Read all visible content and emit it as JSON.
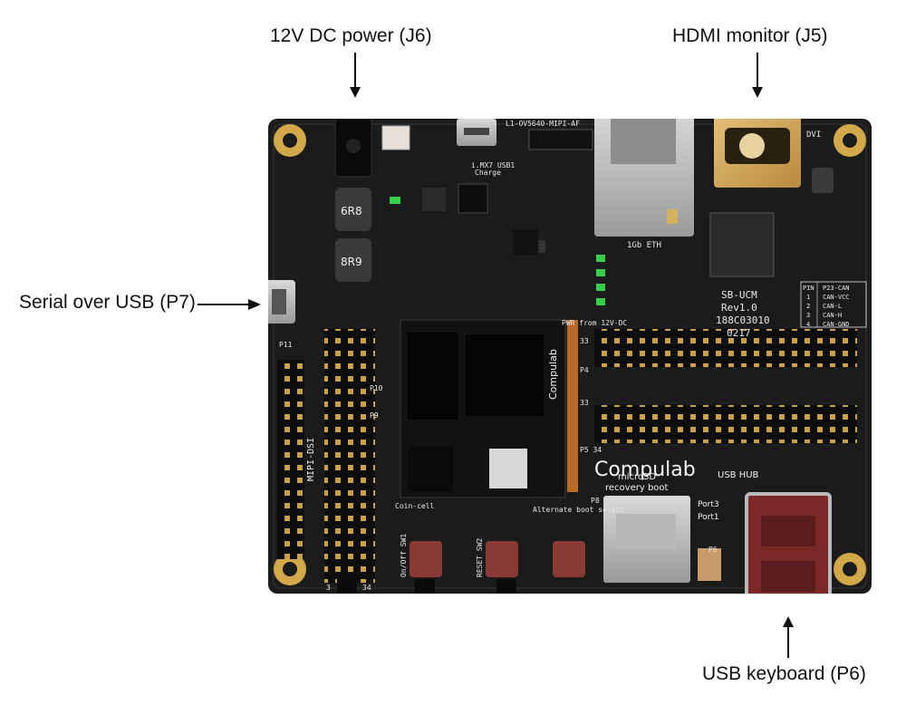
{
  "callouts": {
    "power": "12V DC power (J6)",
    "hdmi": "HDMI monitor (J5)",
    "serial": "Serial over USB (P7)",
    "keyboard": "USB keyboard (P6)"
  },
  "board": {
    "brand": "Compulab",
    "module_brand": "Compulab",
    "revision_block": [
      "SB-UCM",
      "Rev1.0",
      "188C03010",
      "0217"
    ],
    "microsd_label": [
      "microSD",
      "recovery boot"
    ],
    "usb_hub_label": "USB HUB",
    "port_labels": [
      "Port3",
      "Port1"
    ],
    "eth_label": "1Gb ETH",
    "mipi_dsi_label": "MIPI-DSI",
    "camera_label": "L1-OV5640-MIPI-AF",
    "can_table": {
      "header": [
        "PIN",
        "P23-CAN"
      ],
      "rows": [
        [
          "1",
          "CAN-VCC"
        ],
        [
          "2",
          "CAN-L"
        ],
        [
          "3",
          "CAN-H"
        ],
        [
          "4",
          "CAN-GND"
        ]
      ]
    },
    "button_labels": [
      "On/Off SW1",
      "RESET SW2",
      "Alternate boot select"
    ],
    "header_pin_labels": [
      "33",
      "P4",
      "33",
      "P5 34",
      "P6",
      "P8",
      "P9",
      "P11",
      "P10",
      "3",
      "34"
    ],
    "inductor_labels": [
      "6R8",
      "8R9"
    ],
    "misc_labels": [
      "PWR from 12V-DC",
      "Coin-cell",
      "DVI",
      "Charge",
      "i.MX7 USB1"
    ]
  },
  "colors": {
    "pcb": "#1b1b1b",
    "pad_gold": "#d2a84a",
    "silk": "#e8e8e8",
    "led_green": "#35d04a",
    "button_red": "#8a3a35",
    "usb_red": "#7a2828"
  }
}
